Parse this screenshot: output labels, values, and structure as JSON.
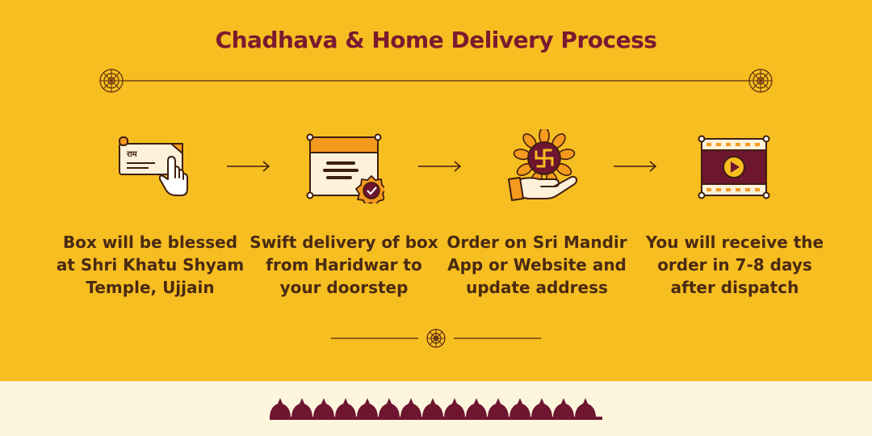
{
  "title": "Chadhava & Home Delivery Process",
  "colors": {
    "background": "#F7BE21",
    "title": "#7A1A30",
    "text": "#4A2A12",
    "footer": "#FDF6DD",
    "maroon": "#6E1530",
    "orange": "#F59A1E",
    "cream": "#FDF1DA"
  },
  "steps": [
    {
      "icon": "ram-scroll-hand-pointer-icon",
      "label": "राम",
      "text": "Box will be blessed at Shri Khatu Shyam Temple, Ujjain"
    },
    {
      "icon": "framed-card-badge-icon",
      "text": "Swift delivery of box from Haridwar to your doorstep"
    },
    {
      "icon": "swastika-flower-hand-icon",
      "text": "Order on Sri Mandir App or Website and update address"
    },
    {
      "icon": "video-play-frame-icon",
      "text": "You will receive the order in 7-8 days after dispatch"
    }
  ]
}
